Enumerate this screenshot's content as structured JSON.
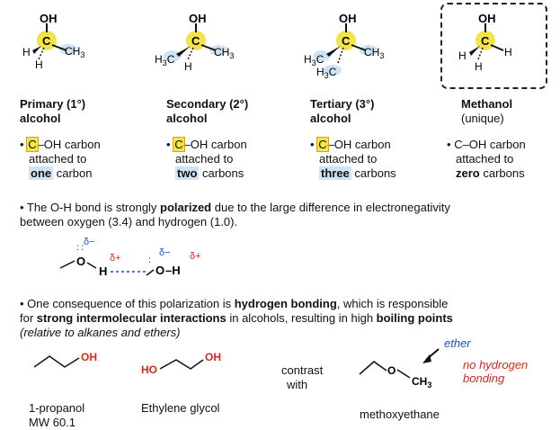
{
  "molecules": {
    "primary": {
      "oh": "OH",
      "c": "C",
      "h1": "H",
      "h2": "H",
      "ch3": "CH3"
    },
    "secondary": {
      "oh": "OH",
      "c": "C",
      "h3c": "H3C",
      "h": "H",
      "ch3": "CH3"
    },
    "tertiary": {
      "oh": "OH",
      "c": "C",
      "h3c1": "H3C",
      "h3c2": "H3C",
      "ch3": "CH3"
    },
    "methanol": {
      "oh": "OH",
      "c": "C",
      "h1": "H",
      "h2": "H",
      "h3": "H"
    }
  },
  "classes": [
    {
      "title": "Primary (1°)",
      "sub": "alcohol",
      "c": "C",
      "line1": "–OH carbon",
      "line2": "attached to",
      "count": "one",
      "tail": "carbon"
    },
    {
      "title": "Secondary  (2°)",
      "sub": "alcohol",
      "c": "C",
      "line1": "–OH carbon",
      "line2": "attached to",
      "count": "two",
      "tail": "carbons"
    },
    {
      "title": "Tertiary (3°)",
      "sub": "alcohol",
      "c": "C",
      "line1": "–OH carbon",
      "line2": "attached to",
      "count": "three",
      "tail": "carbons"
    },
    {
      "title": "Methanol",
      "sub": "(unique)",
      "c": "C",
      "line1": "–OH carbon",
      "line2": "attached to",
      "count": "zero",
      "tail": "carbons"
    }
  ],
  "bullet": "•",
  "polar": {
    "line1_pre": "• The O-H bond is strongly ",
    "line1_bold": "polarized",
    "line1_post": " due to the large difference in electronegativity",
    "line2": "between oxygen (3.4) and hydrogen (1.0)."
  },
  "hbond": {
    "o1": "O",
    "h1": "H",
    "o2": "O",
    "h2": "–H",
    "delta_minus": "δ−",
    "delta_plus": "δ+"
  },
  "hbonding": {
    "l1_pre": "• One consequence of this polarization is ",
    "l1_bold": "hydrogen bonding",
    "l1_post": ", which is responsible",
    "l2_pre": "for ",
    "l2_bold": "strong intermolecular interactions",
    "l2_mid": " in alcohols, resulting in high ",
    "l2_bold2": "boiling points",
    "l3": "(relative to alkanes and ethers)"
  },
  "examples": {
    "propanol_oh": "OH",
    "glycol_ho": "HO",
    "glycol_oh": "OH",
    "contrast": "contrast",
    "with": "with",
    "ether_o": "O",
    "ether_ch3": "CH3",
    "ether_label": "ether",
    "no_hb_1": "no hydrogen",
    "no_hb_2": "bonding",
    "name_propanol": "1-propanol",
    "name_propanol_mw": "MW 60.1",
    "name_glycol": "Ethylene glycol",
    "name_ether": "methoxyethane"
  },
  "colors": {
    "highlight": "#f4e34a",
    "count_highlight": "#cfe3f4",
    "delta": "#1b4fd6",
    "red": "#e0261b"
  }
}
